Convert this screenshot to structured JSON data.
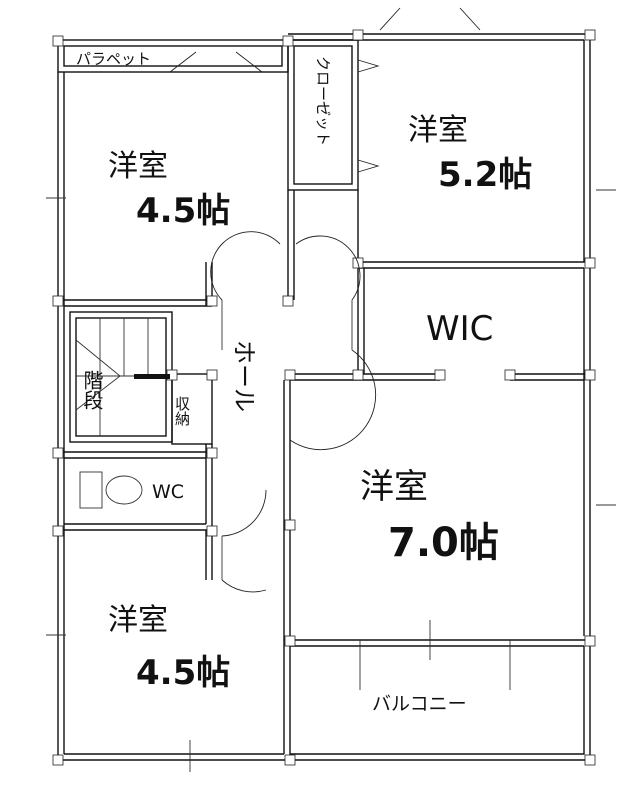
{
  "rooms": {
    "nw": {
      "name": "洋室",
      "size": "4.5帖"
    },
    "ne": {
      "name": "洋室",
      "size": "5.2帖"
    },
    "se": {
      "name": "洋室",
      "size": "7.0帖"
    },
    "sw": {
      "name": "洋室",
      "size": "4.5帖"
    },
    "wic": "WIC",
    "hall": "ホール",
    "stairs": "階段",
    "storage": "収納",
    "wc": "WC",
    "closet": "クローゼット",
    "parapet": "パラペット",
    "balcony": "バルコニー"
  }
}
